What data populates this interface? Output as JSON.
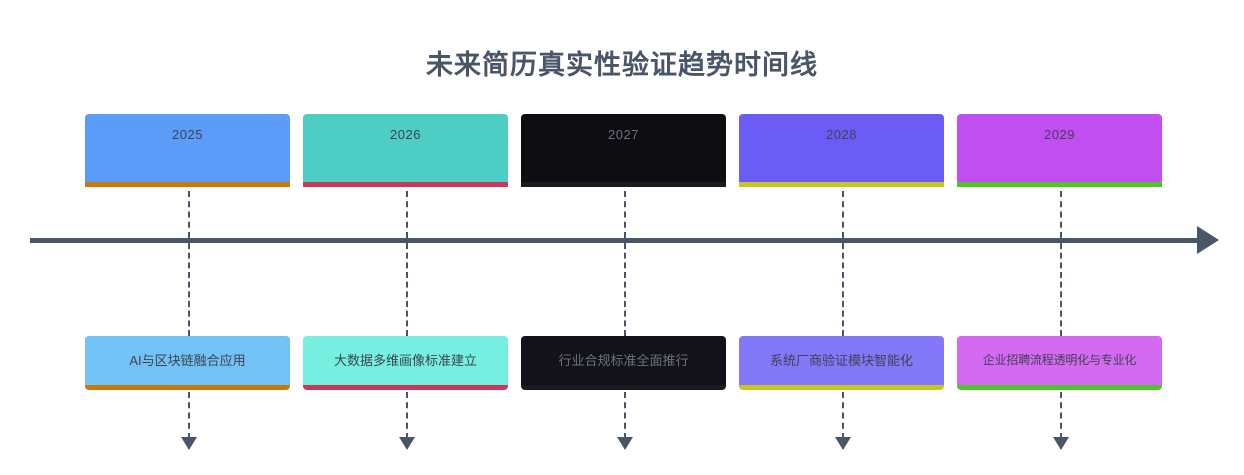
{
  "title": "未来简历真实性验证趋势时间线",
  "colors": {
    "title_text": "#4a5568",
    "axis": "#4a5568",
    "background": "#ffffff"
  },
  "timeline": {
    "axis_direction": "left-to-right",
    "milestones": [
      {
        "year": "2025",
        "event": "AI与区块链融合应用",
        "year_bg": "#5b9cf8",
        "year_text": "#3d4352",
        "event_bg": "#72c2f5",
        "event_text": "#3d4352",
        "accent": "#c77a0a"
      },
      {
        "year": "2026",
        "event": "大数据多维画像标准建立",
        "year_bg": "#4ecdc4",
        "year_text": "#3d4352",
        "event_bg": "#76efe0",
        "event_text": "#3d4352",
        "accent": "#c9385a"
      },
      {
        "year": "2027",
        "event": "行业合规标准全面推行",
        "year_bg": "#0d0d12",
        "year_text": "#6b7280",
        "event_bg": "#121218",
        "event_text": "#6b7280",
        "accent": "#1a1a20"
      },
      {
        "year": "2028",
        "event": "系统厂商验证模块智能化",
        "year_bg": "#6b5cf6",
        "year_text": "#3d4352",
        "event_bg": "#8278f8",
        "event_text": "#3d4352",
        "accent": "#c8c521"
      },
      {
        "year": "2029",
        "event": "企业招聘流程透明化与专业化",
        "year_bg": "#c04ef0",
        "year_text": "#3d4352",
        "event_bg": "#d469f2",
        "event_text": "#3d4352",
        "accent": "#4fc627"
      }
    ]
  }
}
